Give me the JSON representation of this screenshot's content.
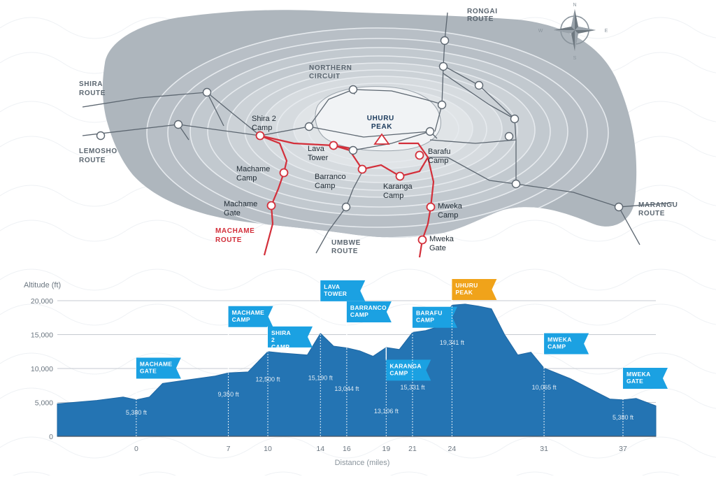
{
  "compass": {
    "n": "N",
    "e": "E",
    "s": "S",
    "w": "W"
  },
  "map": {
    "routes": [
      {
        "id": "rongai",
        "lines": [
          "RONGAI",
          "ROUTE"
        ]
      },
      {
        "id": "northern",
        "lines": [
          "NORTHERN",
          "CIRCUIT"
        ]
      },
      {
        "id": "shira",
        "lines": [
          "SHIRA",
          "ROUTE"
        ]
      },
      {
        "id": "lemosho",
        "lines": [
          "LEMOSHO",
          "ROUTE"
        ]
      },
      {
        "id": "marangu",
        "lines": [
          "MARANGU",
          "ROUTE"
        ]
      },
      {
        "id": "umbwe",
        "lines": [
          "UMBWE",
          "ROUTE"
        ]
      },
      {
        "id": "machame",
        "lines": [
          "MACHAME",
          "ROUTE"
        ]
      }
    ],
    "peak": {
      "lines": [
        "UHURU",
        "PEAK"
      ]
    },
    "camps": [
      {
        "id": "shira2",
        "lines": [
          "Shira 2",
          "Camp"
        ]
      },
      {
        "id": "lava",
        "lines": [
          "Lava",
          "Tower"
        ]
      },
      {
        "id": "barafu",
        "lines": [
          "Barafu",
          "Camp"
        ]
      },
      {
        "id": "machamecamp",
        "lines": [
          "Machame",
          "Camp"
        ]
      },
      {
        "id": "barranco",
        "lines": [
          "Barranco",
          "Camp"
        ]
      },
      {
        "id": "karanga",
        "lines": [
          "Karanga",
          "Camp"
        ]
      },
      {
        "id": "machamegate",
        "lines": [
          "Machame",
          "Gate"
        ]
      },
      {
        "id": "mwekacamp",
        "lines": [
          "Mweka",
          "Camp"
        ]
      },
      {
        "id": "mwekagate",
        "lines": [
          "Mweka",
          "Gate"
        ]
      }
    ],
    "colors": {
      "route_red": "#d32f3a",
      "trail": "#5c6670",
      "mountain_outer": "#aeb6bd",
      "peak_fill": "#f1f3f5"
    }
  },
  "chart_data": {
    "type": "area",
    "ylabel": "Altitude (ft)",
    "xlabel": "Distance (miles)",
    "ylim": [
      0,
      20000
    ],
    "xlim": [
      -6,
      39.5
    ],
    "y_ticks": [
      {
        "value": 0,
        "label": "0"
      },
      {
        "value": 5000,
        "label": "5,000"
      },
      {
        "value": 10000,
        "label": "10,000"
      },
      {
        "value": 15000,
        "label": "15,000"
      },
      {
        "value": 20000,
        "label": "20,000"
      }
    ],
    "x_ticks": [
      {
        "value": 0,
        "label": "0"
      },
      {
        "value": 7,
        "label": "7"
      },
      {
        "value": 10,
        "label": "10"
      },
      {
        "value": 14,
        "label": "14"
      },
      {
        "value": 16,
        "label": "16"
      },
      {
        "value": 19,
        "label": "19"
      },
      {
        "value": 21,
        "label": "21"
      },
      {
        "value": 24,
        "label": "24"
      },
      {
        "value": 31,
        "label": "31"
      },
      {
        "value": 37,
        "label": "37"
      }
    ],
    "profile": {
      "x": [
        -6,
        -3,
        -1,
        0,
        1,
        2,
        6,
        7,
        8.5,
        10,
        11,
        13,
        14,
        15,
        16,
        17,
        18,
        19,
        20,
        21,
        22,
        23,
        24,
        25,
        26,
        27,
        28,
        29,
        30,
        31,
        33,
        35,
        36,
        37,
        38,
        39.5
      ],
      "y": [
        4800,
        5300,
        5800,
        5380,
        5800,
        7800,
        8900,
        9350,
        9500,
        12500,
        12300,
        12000,
        15190,
        13300,
        13044,
        12600,
        11800,
        13106,
        12800,
        15331,
        15600,
        16200,
        19341,
        19500,
        19200,
        18800,
        15000,
        12000,
        12400,
        10065,
        8500,
        6500,
        5500,
        5380,
        5600,
        4500
      ]
    },
    "stops": [
      {
        "name": "MACHAME GATE",
        "x": 0,
        "flag_top": 11600,
        "alt_label": "5,380 ft",
        "alt_y": 3200,
        "highlight": false
      },
      {
        "name": "MACHAME CAMP",
        "x": 7,
        "flag_top": 19200,
        "alt_label": "9,350 ft",
        "alt_y": 5900,
        "highlight": false
      },
      {
        "name": "SHIRA 2 CAMP",
        "x": 10,
        "flag_top": 16200,
        "alt_label": "12,500 ft",
        "alt_y": 8100,
        "highlight": false
      },
      {
        "name": "LAVA TOWER",
        "x": 14,
        "flag_top": 23000,
        "alt_label": "15,190 ft",
        "alt_y": 8300,
        "highlight": false
      },
      {
        "name": "BARRANCO CAMP",
        "x": 16,
        "flag_top": 19900,
        "alt_label": "13,044 ft",
        "alt_y": 6700,
        "highlight": false
      },
      {
        "name": "KARANGA CAMP",
        "x": 19,
        "flag_top": 11300,
        "alt_label": "13,106 ft",
        "alt_y": 3400,
        "highlight": false
      },
      {
        "name": "BARAFU CAMP",
        "x": 21,
        "flag_top": 19100,
        "alt_label": "15,331 ft",
        "alt_y": 6900,
        "highlight": false
      },
      {
        "name": "UHURU PEAK",
        "x": 24,
        "flag_top": 23200,
        "alt_label": "19,341 ft",
        "alt_y": 13500,
        "highlight": true
      },
      {
        "name": "MWEKA CAMP",
        "x": 31,
        "flag_top": 15200,
        "alt_label": "10,065 ft",
        "alt_y": 6900,
        "highlight": false
      },
      {
        "name": "MWEKA GATE",
        "x": 37,
        "flag_top": 10100,
        "alt_label": "5,380 ft",
        "alt_y": 2500,
        "highlight": false
      }
    ],
    "colors": {
      "area": "#2474b3",
      "area_edge": "#1f67a3",
      "flag": "#1ba1e2",
      "flag_peak": "#f0a31a",
      "grid": "#c5cad0",
      "pole": "#ffffff",
      "dash": "#e7f0f7"
    }
  }
}
